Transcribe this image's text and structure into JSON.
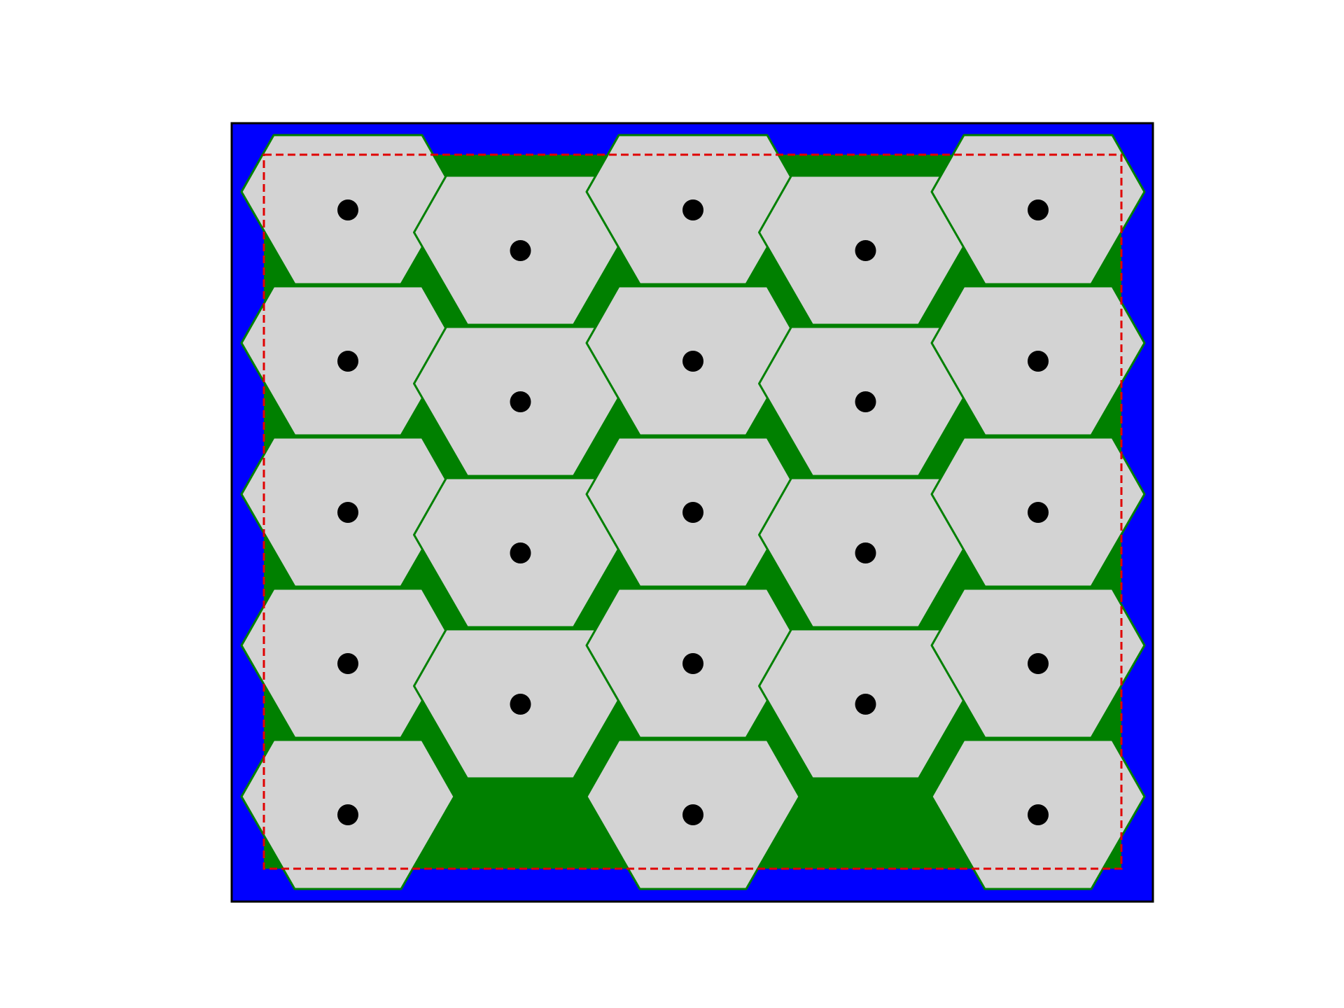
{
  "colors": {
    "background": "#ffffff",
    "axes_fill": "#0000ff",
    "axes_border": "#000000",
    "region_fill": "#008000",
    "cell_fill": "#d3d3d3",
    "cell_edge": "#008000",
    "site_marker": "#000000",
    "bounds_outline": "#e00000"
  },
  "diagram": {
    "type": "hexagonal tiling of cells inside a rectangular region",
    "site_columns": [
      {
        "column": 1,
        "rows": 5,
        "offset": "high"
      },
      {
        "column": 2,
        "rows": 4,
        "offset": "low"
      },
      {
        "column": 3,
        "rows": 5,
        "offset": "high"
      },
      {
        "column": 4,
        "rows": 4,
        "offset": "low"
      },
      {
        "column": 5,
        "rows": 5,
        "offset": "high"
      }
    ],
    "site_count": 23,
    "bounds_outline_style": "dashed",
    "grid": false,
    "legend": false
  }
}
